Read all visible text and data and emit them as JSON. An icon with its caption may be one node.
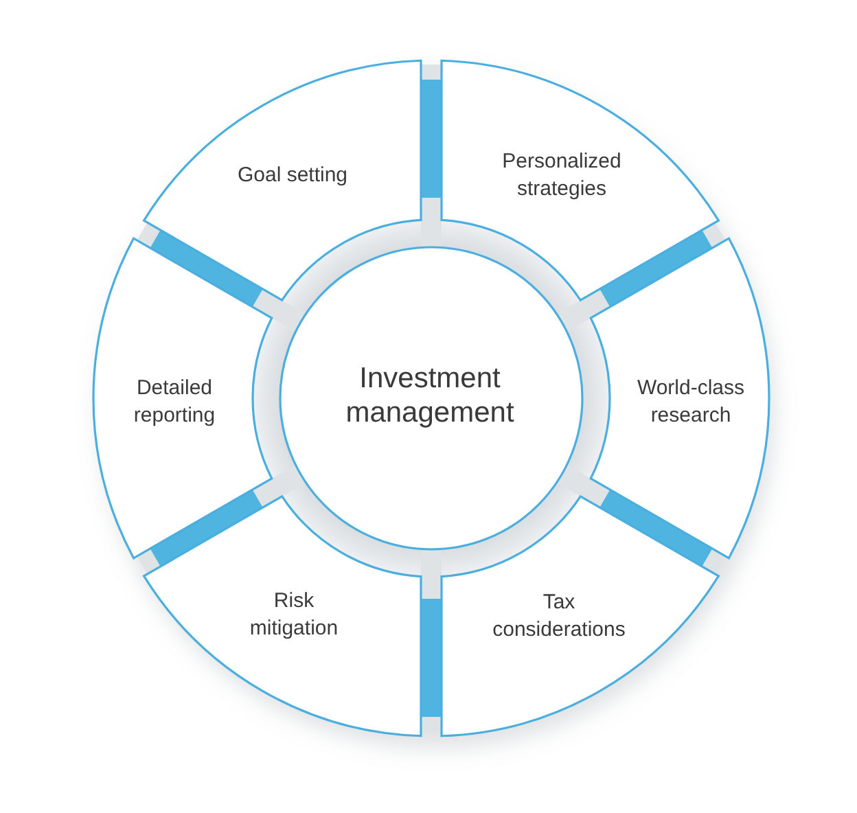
{
  "diagram": {
    "nodes": [
      {
        "text": [
          "Investment management"
        ]
      },
      {
        "text": [
          "Goal setting"
        ]
      },
      {
        "text": [
          "Personalized strategies"
        ]
      },
      {
        "text": [
          "World-class research"
        ]
      },
      {
        "text": [
          "Tax considerations"
        ]
      },
      {
        "text": [
          "Risk mitigation"
        ]
      },
      {
        "text": [
          "Detailed reporting"
        ]
      }
    ]
  }
}
